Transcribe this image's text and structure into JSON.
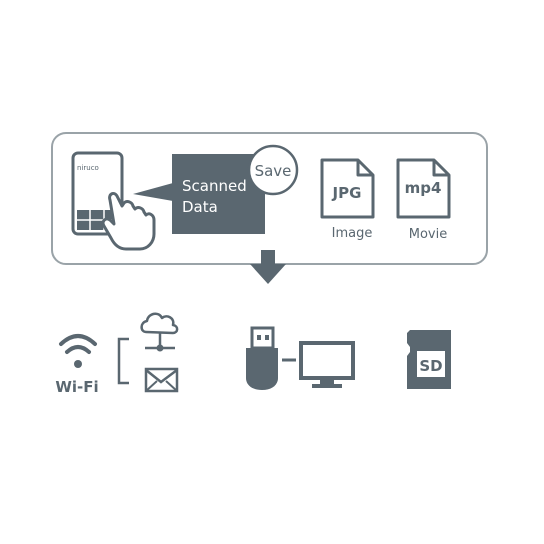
{
  "colors": {
    "primary": "#5a6770",
    "frame": "#9aa3a8",
    "white": "#ffffff"
  },
  "phone": {
    "brand": "niruco"
  },
  "scan_bubble": {
    "line1": "Scanned",
    "line2": "Data",
    "save_label": "Save"
  },
  "formats": [
    {
      "tag": "JPG",
      "label": "Image"
    },
    {
      "tag": "mp4",
      "label": "Movie"
    }
  ],
  "outputs": {
    "wifi_label": "Wi-Fi",
    "sd_label": "SD"
  },
  "icons": [
    "phone-icon",
    "hand-icon",
    "jpg-file-icon",
    "mp4-file-icon",
    "down-arrow-icon",
    "wifi-icon",
    "cloud-network-icon",
    "mail-icon",
    "usb-icon",
    "monitor-icon",
    "sd-card-icon"
  ]
}
